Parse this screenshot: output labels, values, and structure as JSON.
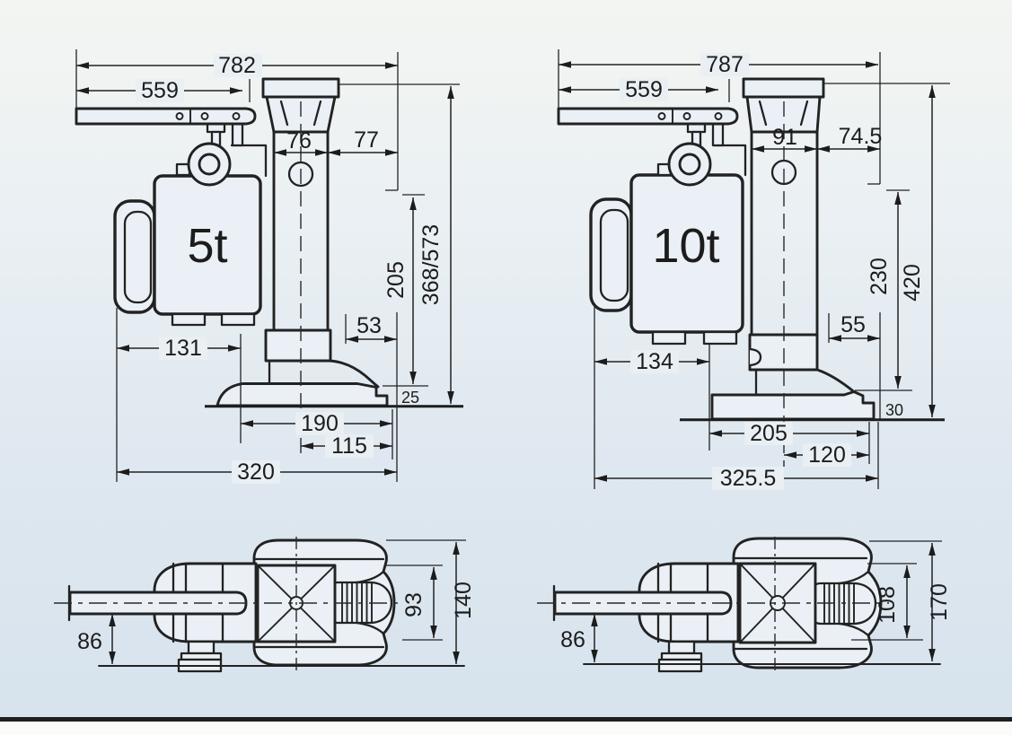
{
  "page": {
    "description": "Dimensional engineering drawing of two hydraulic toe jacks (front elevations above, plan views of the foot below)",
    "ink_color": "#222222",
    "paper_tint": "#eaf0f5"
  },
  "front_view_5t": {
    "capacity_label": "5t",
    "dims": {
      "overall_length": "782",
      "handle_length": "559",
      "ram_width": "76",
      "toe_clearance": "77",
      "lift_stroke": "205",
      "height_range": "368/573",
      "toe_depth": "53",
      "toe_height": "25",
      "body_offset": "131",
      "base_length": "190",
      "toe_reach": "115",
      "overall_depth": "320"
    }
  },
  "front_view_10t": {
    "capacity_label": "10t",
    "dims": {
      "overall_length": "787",
      "handle_length": "559",
      "ram_width": "91",
      "toe_clearance": "74.5",
      "lift_stroke": "230",
      "height_range": "420",
      "toe_depth": "55",
      "toe_height": "30",
      "body_offset": "134",
      "base_length": "205",
      "toe_reach": "120",
      "overall_depth": "325.5"
    }
  },
  "top_view_5t": {
    "dims": {
      "handle_offset": "86",
      "saddle_width": "93",
      "overall_width": "140"
    }
  },
  "top_view_10t": {
    "dims": {
      "handle_offset": "86",
      "saddle_width": "108",
      "overall_width": "170"
    }
  }
}
